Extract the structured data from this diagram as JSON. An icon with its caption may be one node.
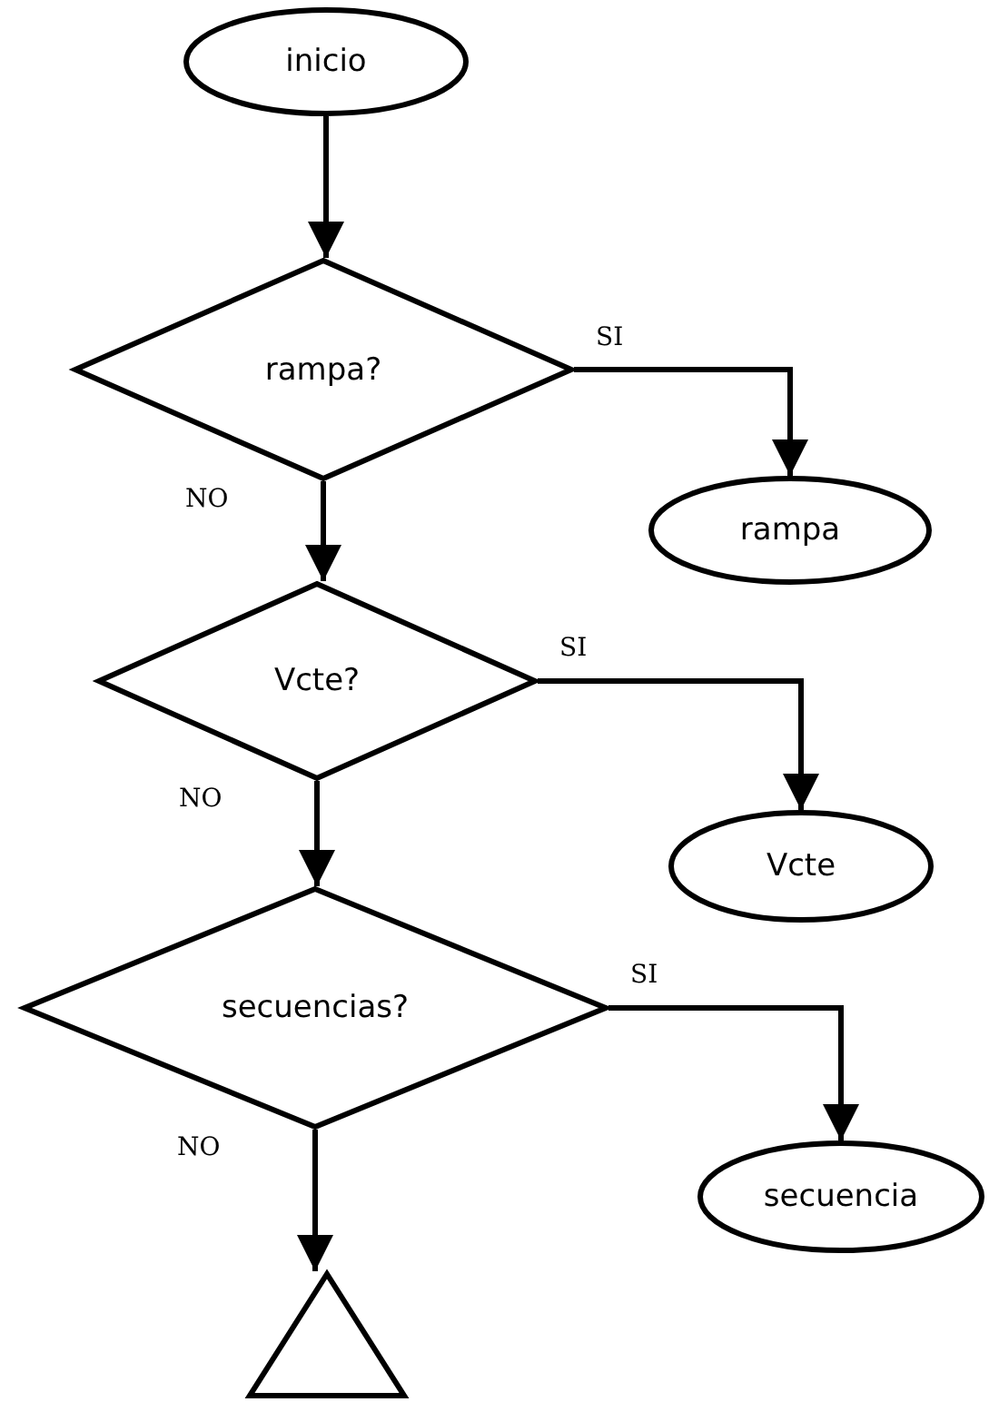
{
  "diagram": {
    "nodes": [
      {
        "text": [
          "inicio"
        ]
      },
      {
        "text": [
          "rampa?"
        ]
      },
      {
        "text": [
          "rampa"
        ]
      },
      {
        "text": [
          "Vcte?"
        ]
      },
      {
        "text": [
          "Vcte"
        ]
      },
      {
        "text": [
          "secuencias?"
        ]
      },
      {
        "text": [
          "secuencia"
        ]
      },
      {
        "text": [],
        "shape": "triangle"
      }
    ],
    "edges": [
      {
        "from": 0,
        "to": 1,
        "arrow": "to"
      },
      {
        "from": 1,
        "to": 2,
        "arrow": "to",
        "label": "SI"
      },
      {
        "from": 1,
        "to": 3,
        "arrow": "to",
        "label": "NO"
      },
      {
        "from": 3,
        "to": 4,
        "arrow": "to",
        "label": "SI"
      },
      {
        "from": 3,
        "to": 5,
        "arrow": "to",
        "label": "NO"
      },
      {
        "from": 5,
        "to": 6,
        "arrow": "to",
        "label": "SI"
      },
      {
        "from": 5,
        "to": 7,
        "arrow": "to",
        "label": "NO"
      }
    ]
  }
}
